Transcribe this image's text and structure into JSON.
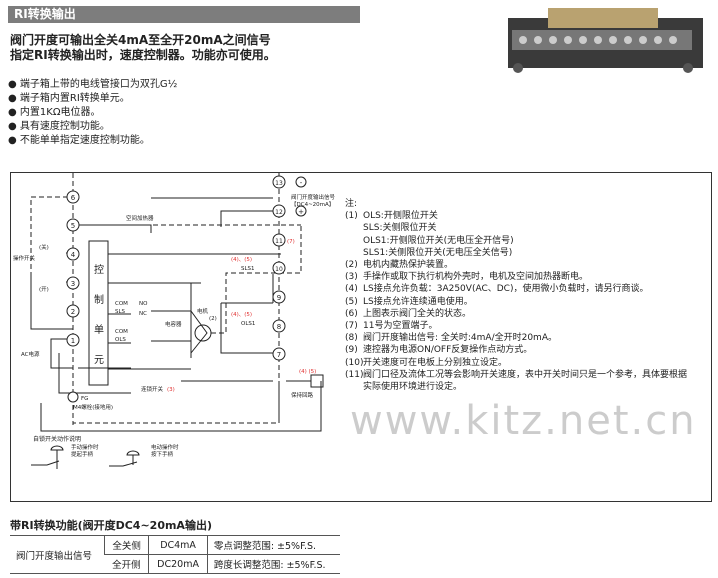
{
  "header": {
    "title": "RI转换输出"
  },
  "lead": [
    "阀门开度可输出全关4mA至全开20mA之间信号",
    "指定RI转换输出时，速度控制器。功能亦可使用。"
  ],
  "bullets": [
    "端子箱上带的电线管接口为双孔G½",
    "端子箱内置RI转换单元。",
    "内置1KΩ电位器。",
    "具有速度控制功能。",
    "不能单单指定速度控制功能。"
  ],
  "diagram": {
    "terminals_left": [
      "6",
      "5",
      "4",
      "3",
      "2",
      "1"
    ],
    "terminals_right": [
      "13",
      "12",
      "11",
      "10",
      "9",
      "8",
      "7"
    ],
    "heater": "空间加热器",
    "output_signal": "阀门开度输出信号",
    "output_range": "【DC4~20mA】",
    "switch_label": "操作开关",
    "close_mark": "(关)",
    "open_mark": "(开)",
    "control_unit": [
      "控",
      "制",
      "单",
      "元"
    ],
    "com": "COM",
    "no": "NO",
    "nc": "NC",
    "sls": "SLS",
    "ols": "OLS",
    "sls1": "SLS1",
    "ols1": "OLS1",
    "capacitor": "电容器",
    "motor": "电机",
    "motor_note": "(2)",
    "ls_note": "(4)、(5)",
    "spare_note": "(7)",
    "ac_power": "AC电源",
    "interlock": "连锁开关",
    "interlock_note": "(3)",
    "fg": "FG",
    "m4": "M4螺栓(接地用)",
    "hold_circuit": "保持回路",
    "relay_note": "(4)  (5)",
    "self_lock_title": "自锁开关动作说明",
    "manual": [
      "手动操作时",
      "提起手柄"
    ],
    "electric": [
      "电动操作时",
      "按下手柄"
    ],
    "minus": "-",
    "plus": "+"
  },
  "notes": {
    "title": "注:",
    "items": [
      {
        "n": "(1)",
        "t": "OLS:开侧限位开关"
      },
      {
        "n": "",
        "t": "SLS:关侧限位开关"
      },
      {
        "n": "",
        "t": "OLS1:开侧限位开关(无电压全开信号)"
      },
      {
        "n": "",
        "t": "SLS1:关侧限位开关(无电压全关信号)"
      },
      {
        "n": "(2)",
        "t": "电机内藏热保护装置。"
      },
      {
        "n": "(3)",
        "t": "手操作或取下执行机构外壳时，电机及空间加热器断电。"
      },
      {
        "n": "(4)",
        "t": "LS接点允许负载：3A250V(AC、DC)，使用微小负载时，请另行商谈。"
      },
      {
        "n": "(5)",
        "t": "LS接点允许连续通电使用。"
      },
      {
        "n": "(6)",
        "t": "上图表示阀门全关的状态。"
      },
      {
        "n": "(7)",
        "t": "11号为空置端子。"
      },
      {
        "n": "(8)",
        "t": "阀门开度输出信号: 全关时:4mA/全开时20mA。"
      },
      {
        "n": "(9)",
        "t": "速控器为电源ON/OFF反复操作点动方式。"
      },
      {
        "n": "(10)",
        "t": "开关速度可在电板上分别独立设定。"
      },
      {
        "n": "(11)",
        "t": "阀门口径及流体工况等会影响开关速度，表中开关时间只是一个参考，具体要根据"
      },
      {
        "n": "",
        "t": "实际使用环境进行设定。"
      }
    ]
  },
  "watermark": "www.kitz.net.cn",
  "spec": {
    "title": "带RI转换功能(阀开度DC4~20mA输出)",
    "row_header": "阀门开度输出信号",
    "rows": [
      {
        "side": "全关侧",
        "value": "DC4mA",
        "range": "零点调整范围: ±5%F.S."
      },
      {
        "side": "全开侧",
        "value": "DC20mA",
        "range": "跨度长调整范围: ±5%F.S."
      }
    ]
  },
  "colors": {
    "header_bg": "#7d7d7d",
    "note_red": "#e03030"
  }
}
